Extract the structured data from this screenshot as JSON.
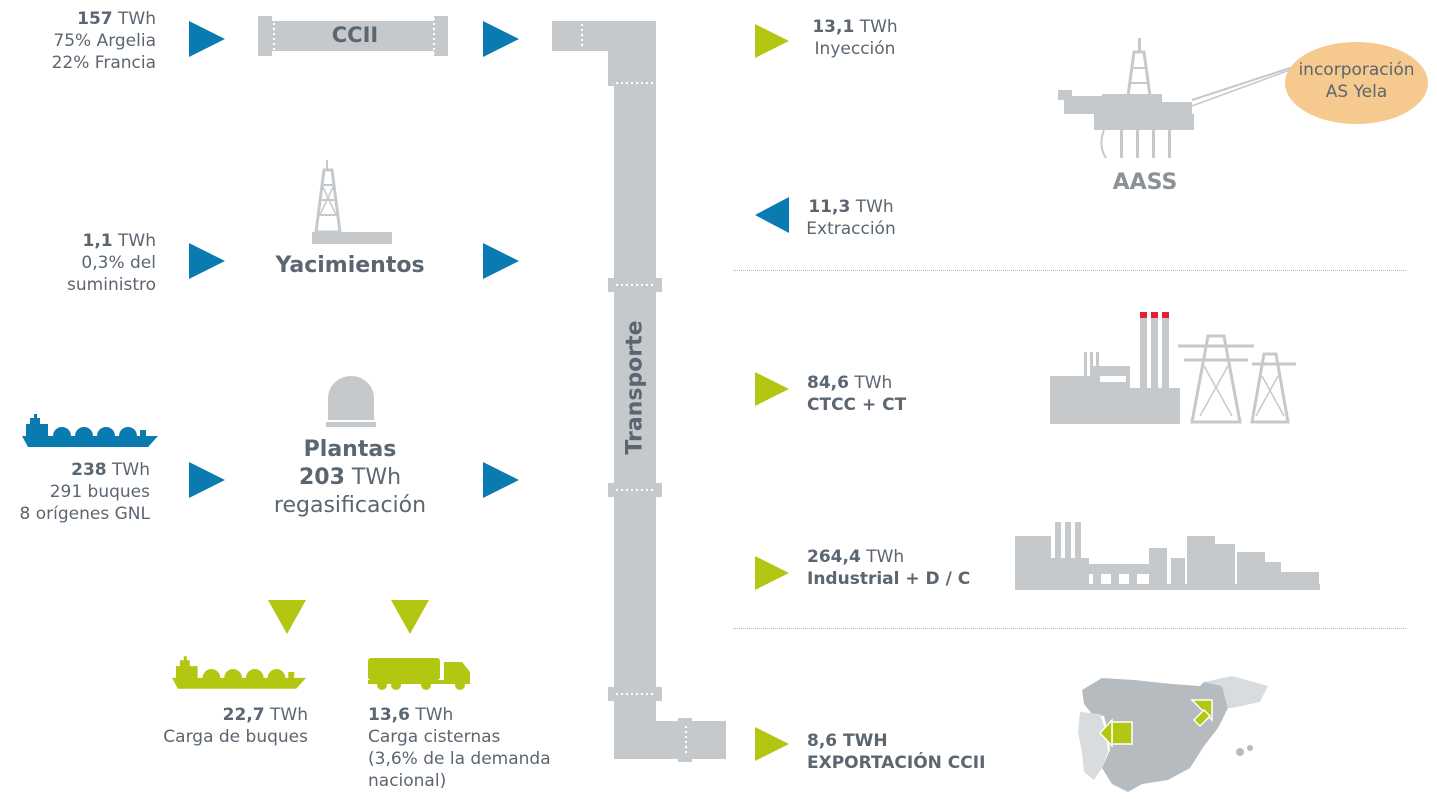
{
  "colors": {
    "blue": "#0a7bb0",
    "green": "#b3c712",
    "gray": "#c5c9cc",
    "text": "#5b6670",
    "peach": "#f6c98e",
    "red": "#e2202f"
  },
  "inputs": {
    "ccii": {
      "value": "157",
      "unit": "TWh",
      "line2": "75% Argelia",
      "line3": "22% Francia"
    },
    "yacimientos_in": {
      "value": "1,1",
      "unit": "TWh",
      "line2": "0,3% del",
      "line3": "suministro"
    },
    "gnl": {
      "value": "238",
      "unit": "TWh",
      "line2": "291 buques",
      "line3": "8 orígenes GNL"
    }
  },
  "nodes": {
    "ccii": "CCII",
    "yacimientos": "Yacimientos",
    "plantas": {
      "title": "Plantas",
      "value": "203",
      "unit": "TWh",
      "sub": "regasificación"
    },
    "transporte": "Transporte",
    "aass": "AASS",
    "yela": {
      "line1": "incorporación",
      "line2": "AS Yela"
    }
  },
  "plant_outputs": {
    "buques": {
      "value": "22,7",
      "unit": "TWh",
      "label": "Carga de buques"
    },
    "cisternas": {
      "value": "13,6",
      "unit": "TWh",
      "line2": "Carga cisternas",
      "line3": "(3,6% de la demanda",
      "line4": "nacional)"
    }
  },
  "outputs": {
    "inyeccion": {
      "value": "13,1",
      "unit": "TWh",
      "label": "Inyección"
    },
    "extraccion": {
      "value": "11,3",
      "unit": "TWh",
      "label": "Extracción"
    },
    "ctcc": {
      "value": "84,6",
      "unit": "TWh",
      "label": "CTCC + CT"
    },
    "industrial": {
      "value": "264,4",
      "unit": "TWh",
      "label": "Industrial + D / C"
    },
    "exportacion": {
      "line1": "8,6 TWH",
      "line2": "EXPORTACIÓN CCII"
    }
  }
}
